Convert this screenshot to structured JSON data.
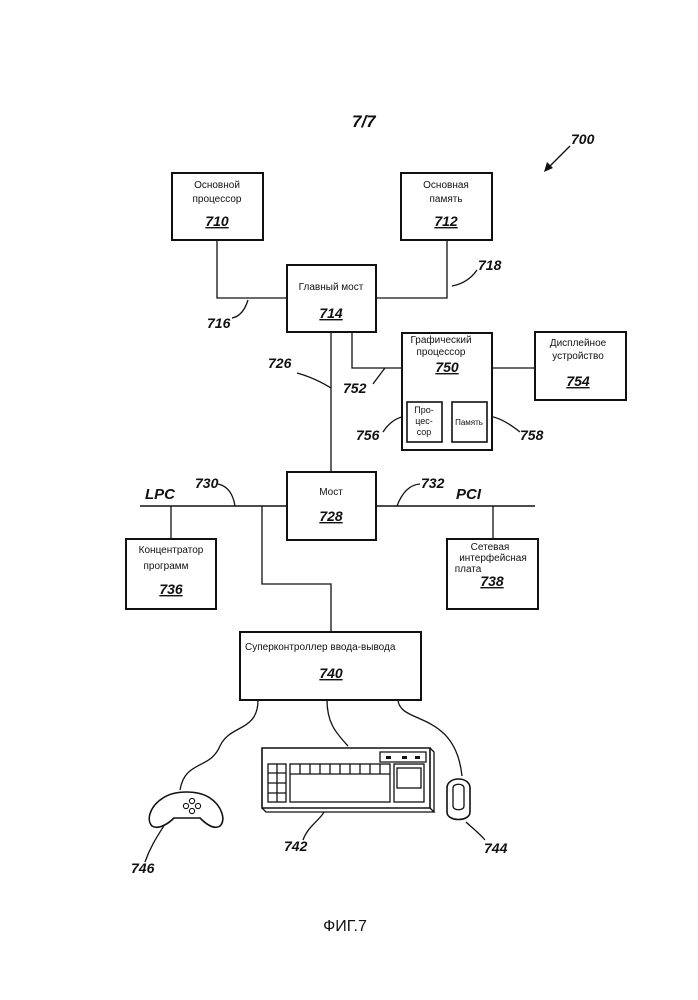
{
  "sheet": "7/7",
  "figure_ref": "700",
  "figure_caption": "ФИГ.7",
  "blocks": {
    "main_cpu": {
      "line1": "Основной",
      "line2": "процессор",
      "num": "710"
    },
    "main_memory": {
      "line1": "Основная",
      "line2": "память",
      "num": "712"
    },
    "host_bridge": {
      "line1": "Главный мост",
      "num": "714"
    },
    "gpu": {
      "line1": "Графический",
      "line2": "процессор",
      "num": "750"
    },
    "display": {
      "line1": "Дисплейное",
      "line2": "устройство",
      "num": "754"
    },
    "gpu_processor": {
      "line1": "Про-",
      "line2": "цес-",
      "line3": "сор"
    },
    "gpu_memory": {
      "line1": "Память"
    },
    "bridge": {
      "line1": "Мост",
      "num": "728"
    },
    "firmware_hub": {
      "line1": "Концентратор",
      "line2": "программ",
      "num": "736"
    },
    "nic": {
      "line1": "Сетевая",
      "line2": "интерфейсная",
      "line3": "плата",
      "num": "738"
    },
    "super_io": {
      "line1": "Суперконтроллер ввода-вывода",
      "num": "740"
    }
  },
  "buses": {
    "lpc": "LPC",
    "pci": "PCI"
  },
  "refs": {
    "r716": "716",
    "r718": "718",
    "r726": "726",
    "r752": "752",
    "r756": "756",
    "r758": "758",
    "r730": "730",
    "r732": "732",
    "r742": "742",
    "r744": "744",
    "r746": "746"
  },
  "peripherals": {
    "keyboard-icon": "742",
    "mouse-icon": "744",
    "gamepad-icon": "746"
  }
}
